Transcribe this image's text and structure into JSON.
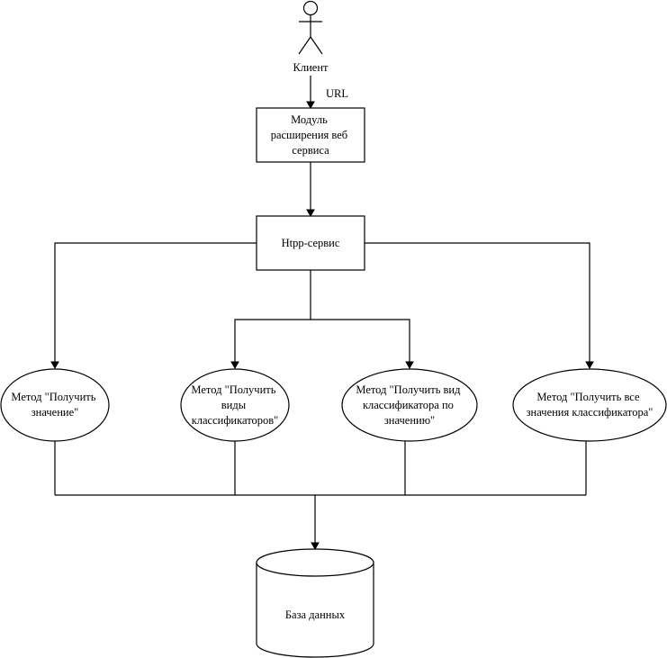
{
  "actor": {
    "label": "Клиент",
    "icon": "stick-figure-actor-icon"
  },
  "edge_label": "URL",
  "nodes": {
    "module": {
      "lines": [
        "Модуль",
        "расширения веб",
        "сервиса"
      ]
    },
    "service": {
      "lines": [
        "Htpp-сервис"
      ]
    },
    "m1": {
      "lines": [
        "Метод \"Получить",
        "значение\""
      ]
    },
    "m2": {
      "lines": [
        "Метод \"Получить",
        "виды",
        "классификаторов\""
      ]
    },
    "m3": {
      "lines": [
        "Метод \"Получить вид",
        "классификатора по",
        "значению\""
      ]
    },
    "m4": {
      "lines": [
        "Метод \"Получить все",
        "значения классификатора\""
      ]
    },
    "db": {
      "lines": [
        "База данных"
      ],
      "icon": "database-cylinder-icon"
    }
  }
}
